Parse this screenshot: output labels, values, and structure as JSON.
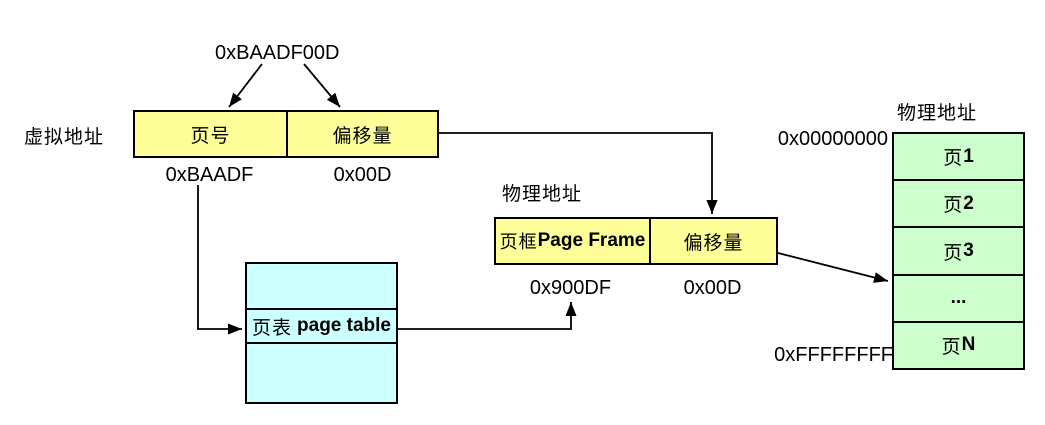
{
  "colors": {
    "box_yellow": "#FFFF99",
    "box_cyan": "#CCFFFF",
    "box_green": "#CCFFCC",
    "line": "#000000"
  },
  "virtual": {
    "value": "0xBAADF00D",
    "side_label": "虚拟地址",
    "cells": {
      "page_no": "页号",
      "offset": "偏移量"
    },
    "page_no_value": "0xBAADF",
    "offset_value": "0x00D"
  },
  "page_table": {
    "cjk": "页表",
    "en": "page table"
  },
  "physical": {
    "label": "物理地址",
    "cells": {
      "frame_cjk": "页框",
      "frame_en": "Page Frame",
      "offset": "偏移量"
    },
    "frame_value": "0x900DF",
    "offset_value": "0x00D"
  },
  "memory": {
    "label": "物理地址",
    "start": "0x00000000",
    "end": "0xFFFFFFFF",
    "pages": [
      {
        "cjk": "页",
        "latin": "1"
      },
      {
        "cjk": "页",
        "latin": "2"
      },
      {
        "cjk": "页",
        "latin": "3"
      },
      {
        "cjk": "",
        "latin": "..."
      },
      {
        "cjk": "页",
        "latin": "N"
      }
    ]
  }
}
